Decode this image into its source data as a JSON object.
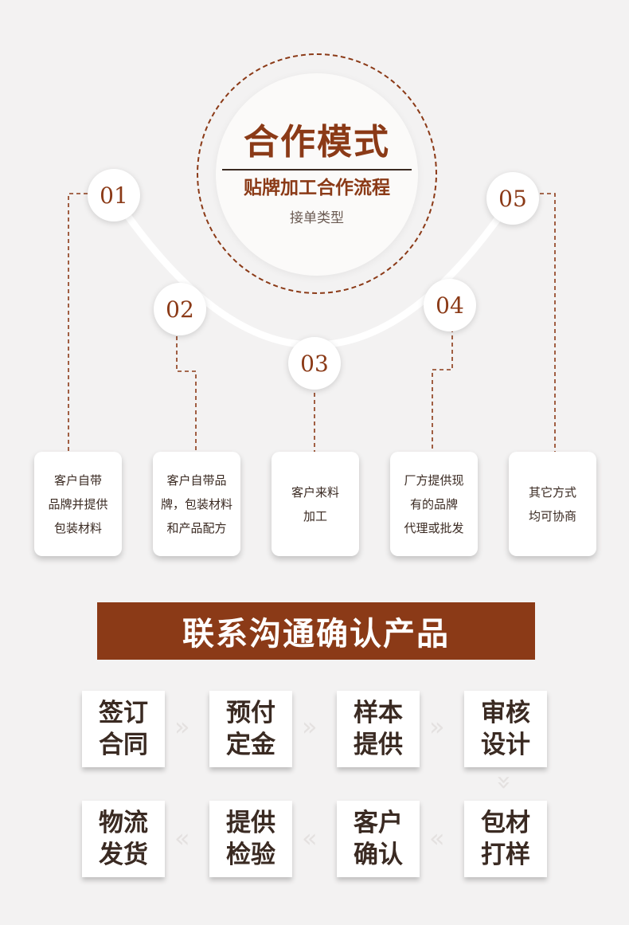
{
  "header": {
    "title": "合作模式",
    "subtitle": "贴牌加工合作流程",
    "caption": "接单类型"
  },
  "steps": [
    {
      "num": "01",
      "text": "客户自带\n品牌并提供\n包装材料"
    },
    {
      "num": "02",
      "text": "客户自带品\n牌，包装材料\n和产品配方"
    },
    {
      "num": "03",
      "text": "客户来料\n加工"
    },
    {
      "num": "04",
      "text": "厂方提供现\n有的品牌\n代理或批发"
    },
    {
      "num": "05",
      "text": "其它方式\n均可协商"
    }
  ],
  "banner": "联系沟通确认产品",
  "flow": [
    "签订\n合同",
    "预付\n定金",
    "样本\n提供",
    "审核\n设计",
    "包材\n打样",
    "客户\n确认",
    "提供\n检验",
    "物流\n发货"
  ],
  "colors": {
    "brand": "#8b3a17",
    "background": "#f3f2f2",
    "arc": "#ffffff"
  },
  "icons": {
    "flow_arrow": "chevron-double-right-icon",
    "flow_arrow_down": "chevron-double-down-icon",
    "flow_arrow_back": "chevron-double-left-icon"
  }
}
